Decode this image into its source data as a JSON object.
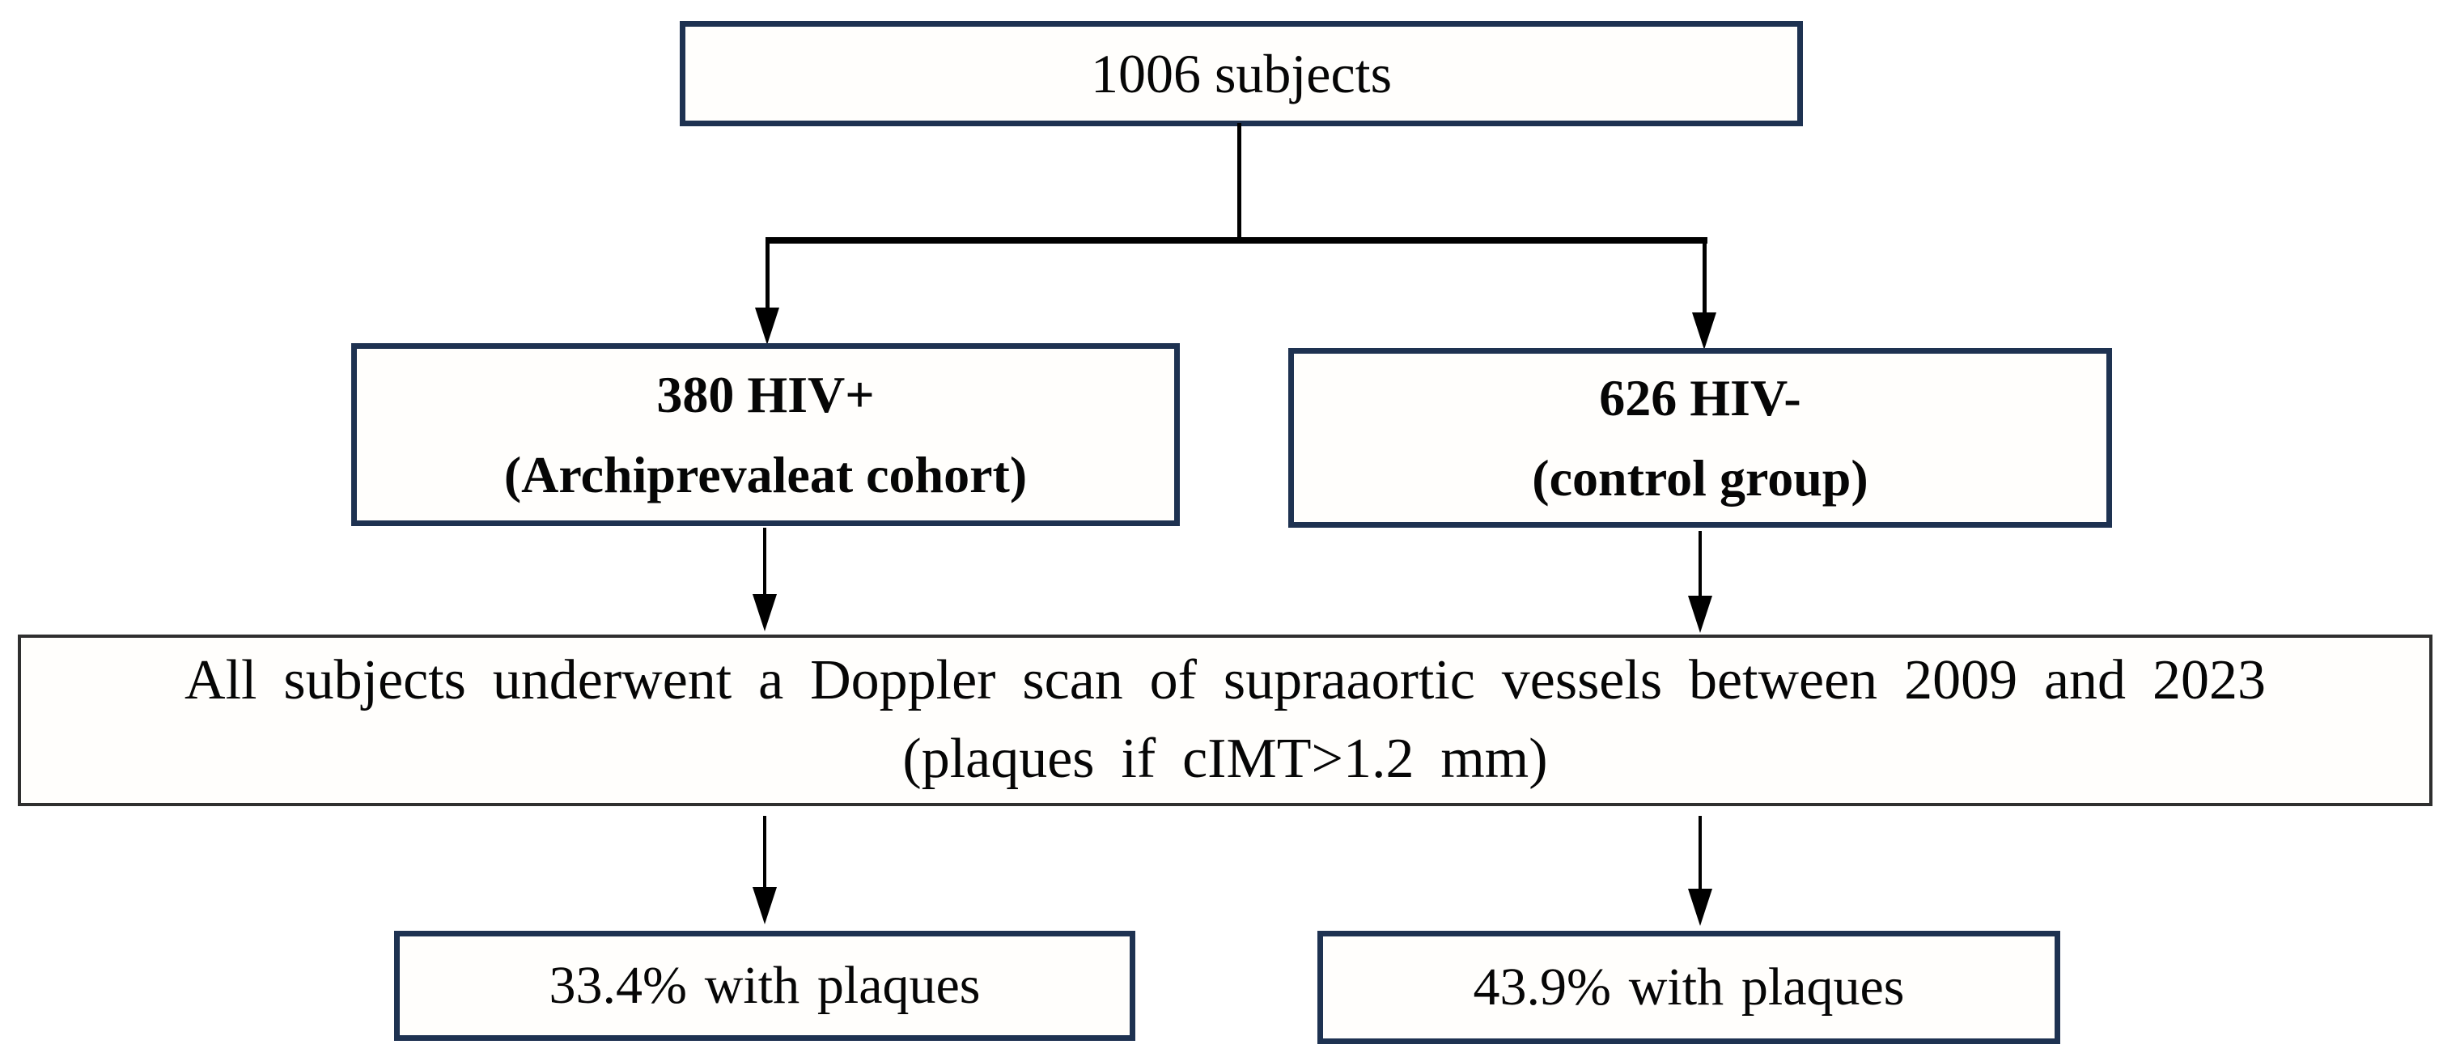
{
  "flowchart": {
    "background": "#ffffff",
    "colors": {
      "node_border": "#1e3251",
      "wide_node_border": "#2f2f2f",
      "connector": "#000000",
      "text": "#060606"
    },
    "nodes": {
      "total": {
        "label": "1006 subjects"
      },
      "hiv_positive": {
        "line1": "380 HIV+",
        "line2": "(Archiprevaleat cohort)"
      },
      "hiv_negative": {
        "line1": "626 HIV-",
        "line2": "(control group)"
      },
      "doppler": {
        "line1": "All subjects underwent a Doppler scan of supraaortic vessels between 2009 and 2023",
        "line2": "(plaques if cIMT>1.2 mm)"
      },
      "result_hiv_positive": {
        "label": "33.4% with plaques"
      },
      "result_hiv_negative": {
        "label": "43.9% with plaques"
      }
    }
  }
}
